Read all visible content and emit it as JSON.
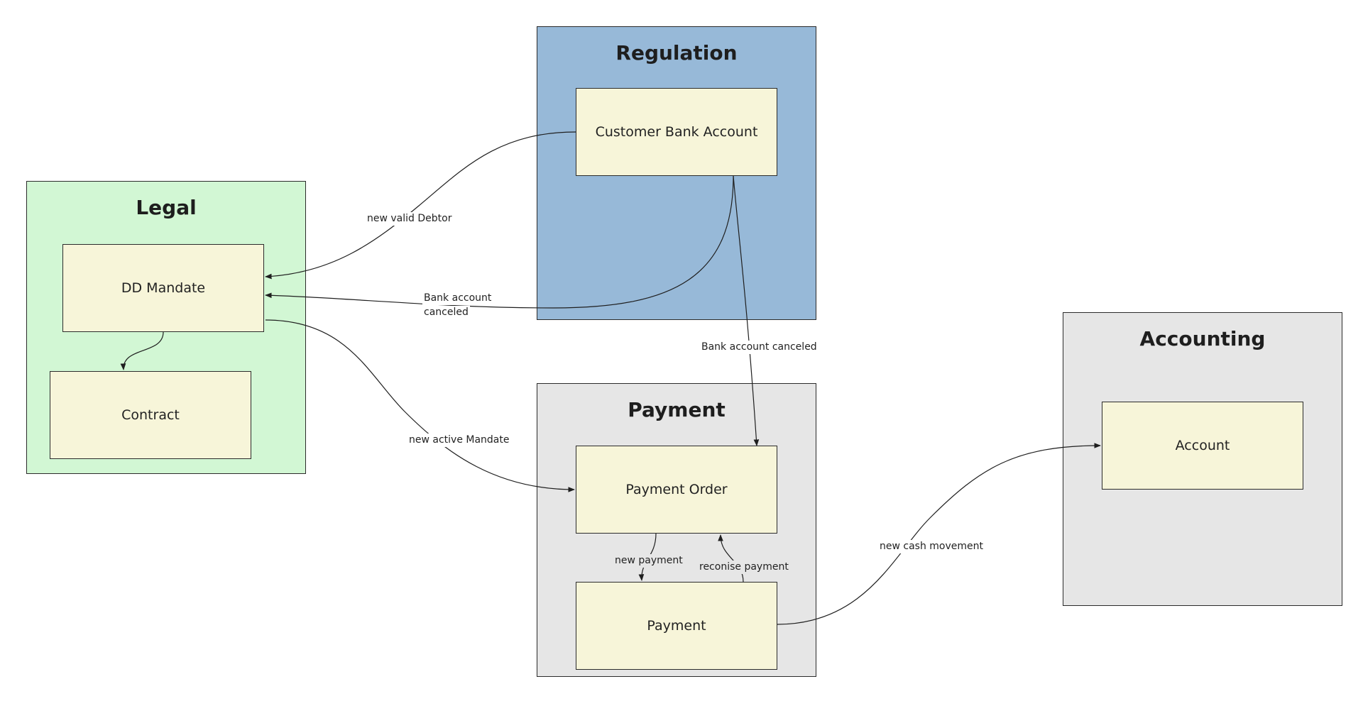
{
  "colors": {
    "legal_fill": "#d2f7d4",
    "regulation_fill": "#97b9d8",
    "payment_fill": "#e6e6e6",
    "accounting_fill": "#e6e6e6",
    "entity_fill": "#f7f5d9",
    "stroke": "#2b2b2b"
  },
  "contexts": {
    "legal": {
      "title": "Legal"
    },
    "regulation": {
      "title": "Regulation"
    },
    "payment": {
      "title": "Payment"
    },
    "accounting": {
      "title": "Accounting"
    }
  },
  "entities": {
    "dd_mandate": "DD Mandate",
    "contract": "Contract",
    "customer_bank_account": "Customer Bank Account",
    "payment_order": "Payment Order",
    "payment": "Payment",
    "account": "Account"
  },
  "edges": {
    "new_valid_debtor": "new valid Debtor",
    "bank_account_canceled_1_line1": "Bank account",
    "bank_account_canceled_1_line2": "canceled",
    "bank_account_canceled_2": "Bank account canceled",
    "new_active_mandate": "new active Mandate",
    "new_payment": "new payment",
    "reconise_payment": "reconise payment",
    "new_cash_movement": "new cash movement"
  }
}
